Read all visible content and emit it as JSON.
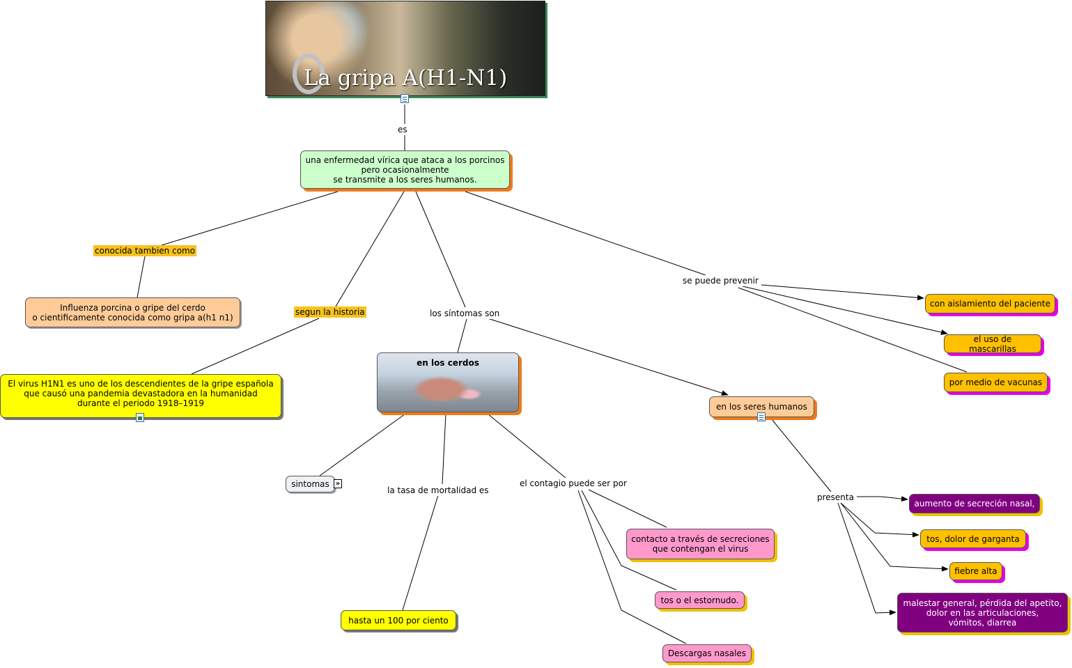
{
  "title": {
    "text": "La gripa A(H1-N1)"
  },
  "nodes": {
    "main": "una enfermedad vírica que ataca a los porcinos\npero ocasionalmente\nse transmite a los seres humanos.",
    "influenza": "Influenza porcina o gripe del cerdo\no cientificamente conocida  como gripa a(h1 n1)",
    "virus": "El virus H1N1 es uno de los descendientes de la gripe española\nque causó una pandemia devastadora en la humanidad\ndurante el periodo 1918–1919",
    "cerdos": "en los cerdos",
    "sintomas": "sintomas",
    "tasa_value": "hasta un  100 por ciento",
    "contacto": "contacto a través de secreciones\nque contengan el virus",
    "tos": "tos o el estornudo.",
    "descargas": "Descargas nasales",
    "humanos": "en los seres humanos",
    "aislamiento": "con aislamiento del paciente",
    "mascarillas": "el uso de mascarillas",
    "vacunas": "por medio de vacunas",
    "secrecion": "aumento de secreción nasal,",
    "garganta": "tos, dolor de garganta",
    "fiebre": "fiebre alta",
    "malestar": "malestar general, pérdida del apetito,\ndolor en las articulaciones,\nvómitos, diarrea"
  },
  "labels": {
    "es": "es",
    "conocida": "conocida tambien como",
    "segun": "segun la historia",
    "sintomas_son": "los  síntomas son",
    "prevenir": "se puede prevenir",
    "tasa": "la tasa de mortalidad es",
    "contagio": "el contagio puede ser por",
    "presenta": "presenta"
  },
  "colors": {
    "green": "#ccffcc",
    "peach": "#ffcc99",
    "yellow": "#ffff00",
    "amber": "#ffc000",
    "pink": "#ff99cc",
    "purple": "#800080",
    "gray": "#eef2f5"
  }
}
